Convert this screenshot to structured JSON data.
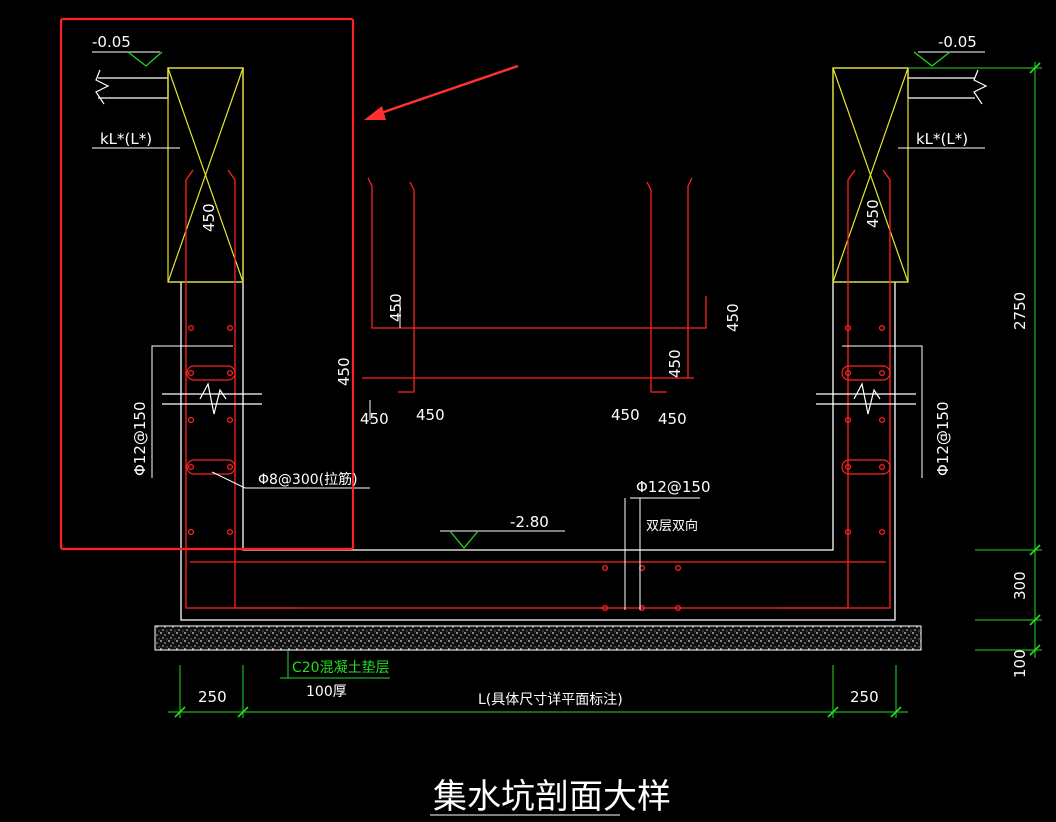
{
  "colors": {
    "background": "#000000",
    "concrete_outline": "#ffffff",
    "rebar": "#ff2222",
    "dimension": "#22dd22",
    "beam_hatch": "#e6e62a",
    "highlight_box": "#ff2020",
    "callout_arrow": "#ff3030"
  },
  "drawing": {
    "title": "集水坑剖面大样",
    "left_elevation": "-0.05",
    "right_elevation": "-0.05",
    "left_beam_label": "kL*(L*)",
    "right_beam_label": "kL*(L*)",
    "left_beam_height": "450",
    "right_beam_height": "450",
    "left_wall_rebar": "Φ12@150",
    "right_wall_rebar": "Φ12@150",
    "tie_rebar": "Φ8@300(拉筋)",
    "bottom_rebar": "Φ12@150",
    "bottom_rebar_note": "双层双向",
    "pit_bottom_elevation": "-2.80",
    "anchor_dims": {
      "left_vertical": "450",
      "top_vertical": "450",
      "right_top_vertical": "450",
      "right_vertical": "450",
      "bottom_1": "450",
      "bottom_2": "450",
      "bottom_3": "450",
      "bottom_4": "450"
    },
    "cushion_label": "C20混凝土垫层",
    "cushion_thickness": "100厚",
    "dim_left_wall": "250",
    "dim_length": "L(具体尺寸详平面标注)",
    "dim_right_wall": "250",
    "dim_depth": "2750",
    "dim_slab": "300",
    "dim_cushion": "100"
  }
}
